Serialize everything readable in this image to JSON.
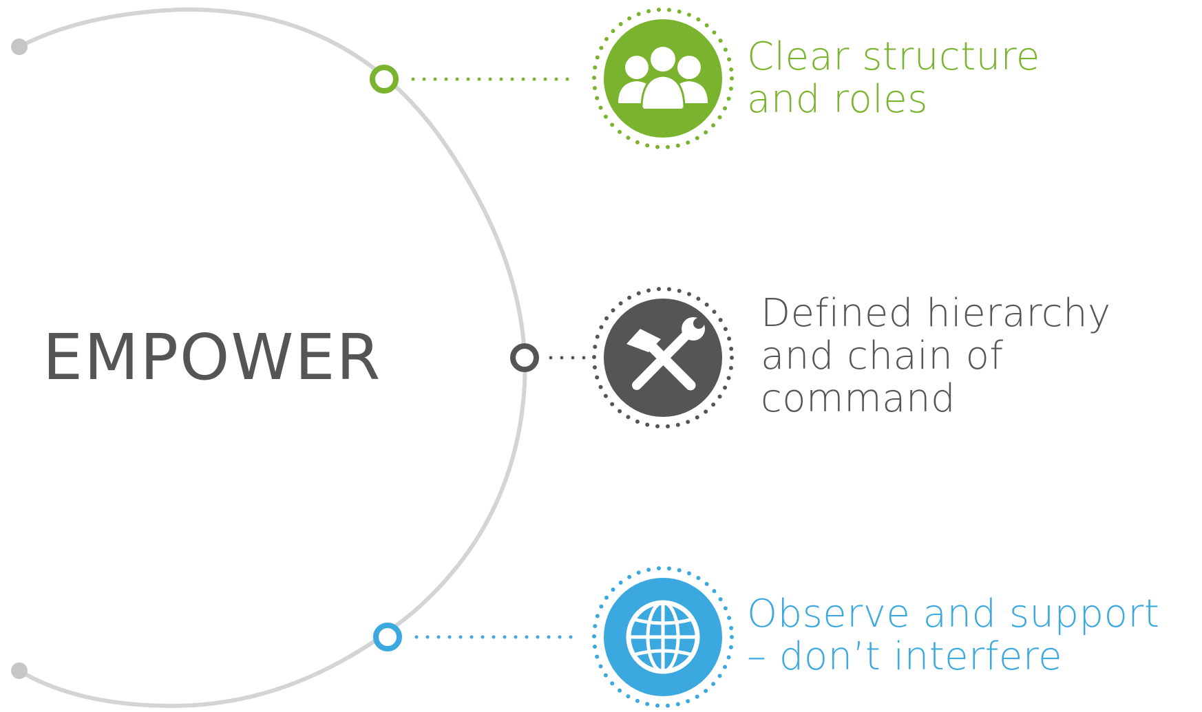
{
  "center": {
    "label": "EMPOWER"
  },
  "colors": {
    "arc": "#d4d4d4",
    "arc_end": "#c6c6c6",
    "green": "#7ab32e",
    "dark": "#555555",
    "blue": "#3ba8e0",
    "text_dark": "#555555"
  },
  "items": [
    {
      "lines": [
        "Clear structure",
        "and roles"
      ],
      "icon": "team-icon",
      "color": "#7ab32e"
    },
    {
      "lines": [
        "Defined hierarchy",
        "and chain of",
        "command"
      ],
      "icon": "hammer-wrench-icon",
      "color": "#555555"
    },
    {
      "lines": [
        "Observe and support",
        "– don’t interfere"
      ],
      "icon": "globe-icon",
      "color": "#3ba8e0"
    }
  ]
}
